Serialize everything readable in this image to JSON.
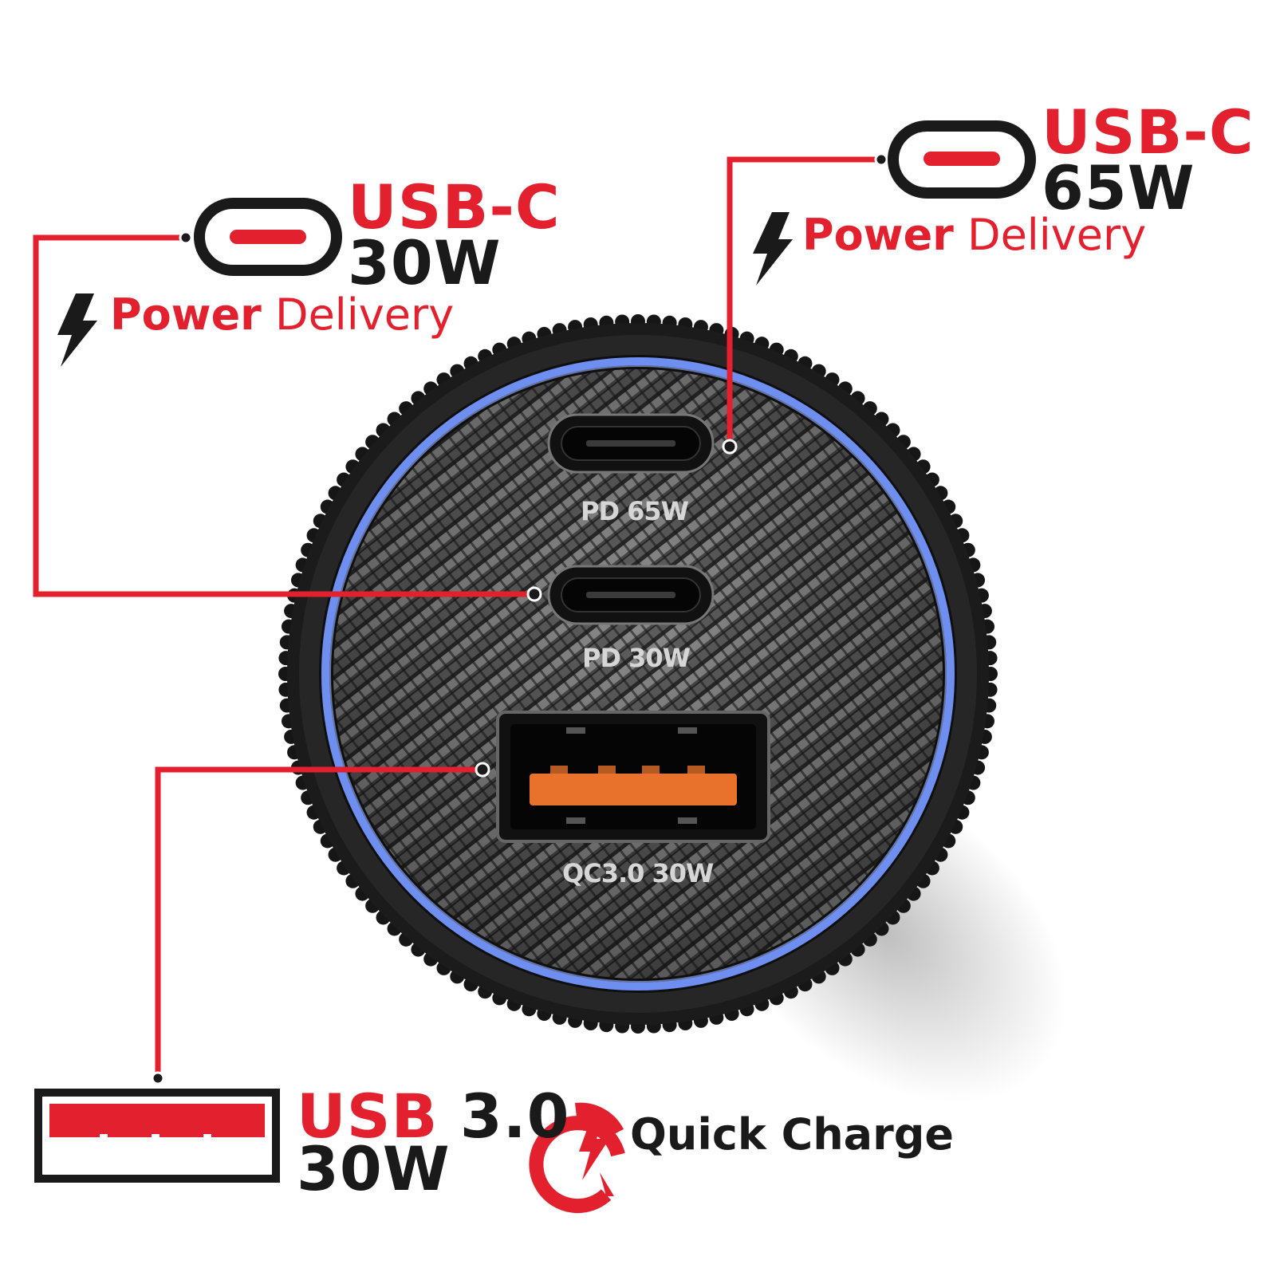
{
  "callouts": {
    "top_right": {
      "title": "USB-C",
      "watt": "65W",
      "feature_bold": "Power",
      "feature_light": "Delivery"
    },
    "top_left": {
      "title": "USB-C",
      "watt": "30W",
      "feature_bold": "Power",
      "feature_light": "Delivery"
    },
    "bottom": {
      "title_red": "USB",
      "title_black": "3.0",
      "watt": "30W",
      "feature": "Quick Charge"
    }
  },
  "ports": {
    "port1": "PD 65W",
    "port2": "PD 30W",
    "port3": "QC3.0 30W"
  },
  "colors": {
    "accent": "#e3202e",
    "ring": "#6f8ff0",
    "usb_a_tongue": "#e8722c",
    "text_dark": "#1a1a1a"
  },
  "icons": [
    "usb-c-port-icon",
    "lightning-icon",
    "usb-a-port-icon",
    "quick-charge-icon"
  ]
}
